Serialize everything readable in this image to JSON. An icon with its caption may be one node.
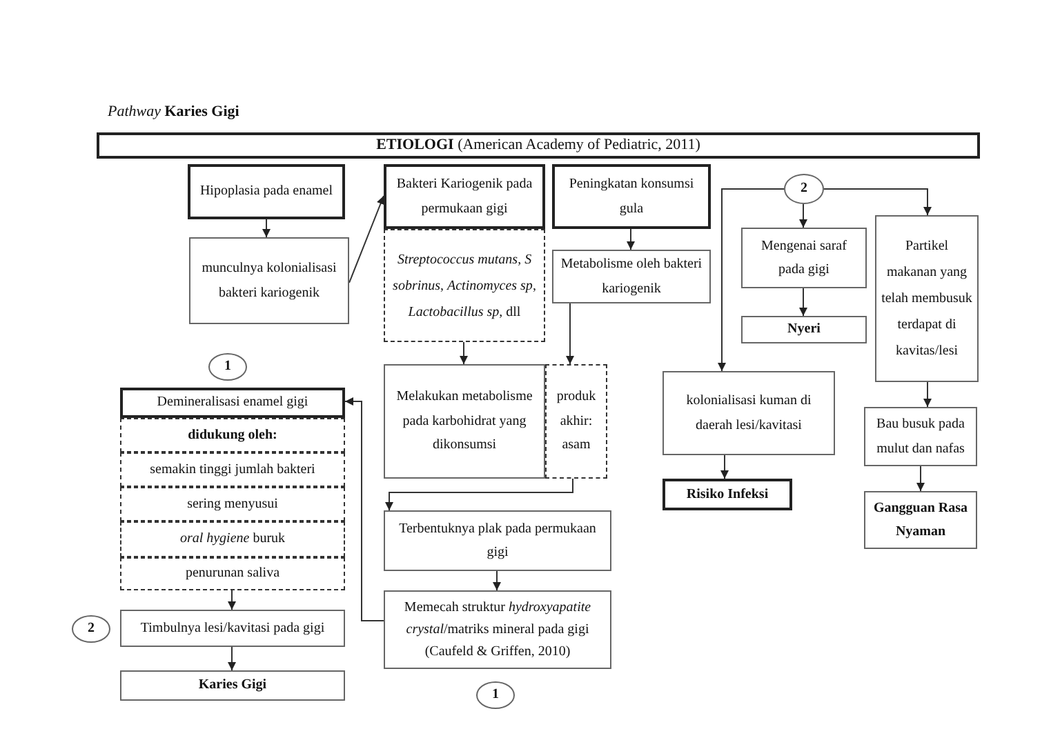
{
  "diagram": {
    "title": "*Pathway* **Karies Gigi**",
    "nodes": [
      {
        "text": [
          "**ETIOLOGI** (American Academy of Pediatric, 2011)"
        ]
      },
      {
        "text": [
          "Hipoplasia pada enamel"
        ]
      },
      {
        "text": [
          "munculnya kolonialisasi bakteri kariogenik"
        ]
      },
      {
        "text": [
          "Bakteri Kariogenik pada permukaan gigi"
        ]
      },
      {
        "text": [
          "*Streptococcus mutans*, *S sobrinus*, *Actinomyces sp*, *Lactobacillus sp*, dll"
        ]
      },
      {
        "text": [
          "Peningkatan konsumsi gula"
        ]
      },
      {
        "text": [
          "Metabolisme oleh bakteri kariogenik"
        ]
      },
      {
        "text": [
          "Melakukan metabolisme pada karbohidrat yang dikonsumsi"
        ]
      },
      {
        "text": [
          "produk akhir: asam"
        ]
      },
      {
        "text": [
          "Terbentuknya plak pada permukaan gigi"
        ]
      },
      {
        "text": [
          "Memecah struktur *hydroxyapatite crystal*/matriks mineral pada gigi (Caufeld & Griffen, 2010)"
        ]
      },
      {
        "text": [
          "1"
        ]
      },
      {
        "text": [
          "1"
        ]
      },
      {
        "text": [
          "Demineralisasi enamel gigi"
        ]
      },
      {
        "text": [
          "didukung oleh:"
        ]
      },
      {
        "text": [
          "semakin tinggi jumlah bakteri"
        ]
      },
      {
        "text": [
          "sering menyusui"
        ]
      },
      {
        "text": [
          "*oral hygiene* buruk"
        ]
      },
      {
        "text": [
          "penurunan saliva"
        ]
      },
      {
        "text": [
          "Timbulnya lesi/kavitasi pada gigi"
        ]
      },
      {
        "text": [
          "2"
        ]
      },
      {
        "text": [
          "Karies Gigi"
        ]
      },
      {
        "text": [
          "2"
        ]
      },
      {
        "text": [
          "Mengenai saraf pada gigi"
        ]
      },
      {
        "text": [
          "Nyeri"
        ]
      },
      {
        "text": [
          "Partikel makanan yang telah membusuk terdapat di kavitas/lesi"
        ]
      },
      {
        "text": [
          "kolonialisasi kuman di daerah lesi/kavitasi"
        ]
      },
      {
        "text": [
          "Risiko Infeksi"
        ]
      },
      {
        "text": [
          "Bau busuk pada mulut dan nafas"
        ]
      },
      {
        "text": [
          "Gangguan Rasa Nyaman"
        ]
      }
    ],
    "edges": [
      {
        "from": 1,
        "to": 2,
        "arrow": "to"
      },
      {
        "from": 2,
        "to": 3,
        "arrow": "to"
      },
      {
        "from": 4,
        "to": 7,
        "arrow": "to"
      },
      {
        "from": 5,
        "to": 6,
        "arrow": "to"
      },
      {
        "from": 6,
        "to": 8,
        "arrow": "to"
      },
      {
        "from": 8,
        "to": 9,
        "arrow": "to"
      },
      {
        "from": 9,
        "to": 10,
        "arrow": "to"
      },
      {
        "from": 10,
        "to": 13,
        "arrow": "to"
      },
      {
        "from": 18,
        "to": 19,
        "arrow": "to"
      },
      {
        "from": 19,
        "to": 21,
        "arrow": "to"
      },
      {
        "from": 22,
        "to": 23,
        "arrow": "to"
      },
      {
        "from": 22,
        "to": 26,
        "arrow": "to"
      },
      {
        "from": 22,
        "to": 25,
        "arrow": "to"
      },
      {
        "from": 23,
        "to": 24,
        "arrow": "to"
      },
      {
        "from": 26,
        "to": 27,
        "arrow": "to"
      },
      {
        "from": 25,
        "to": 28,
        "arrow": "to"
      },
      {
        "from": 28,
        "to": 29,
        "arrow": "to"
      }
    ]
  }
}
